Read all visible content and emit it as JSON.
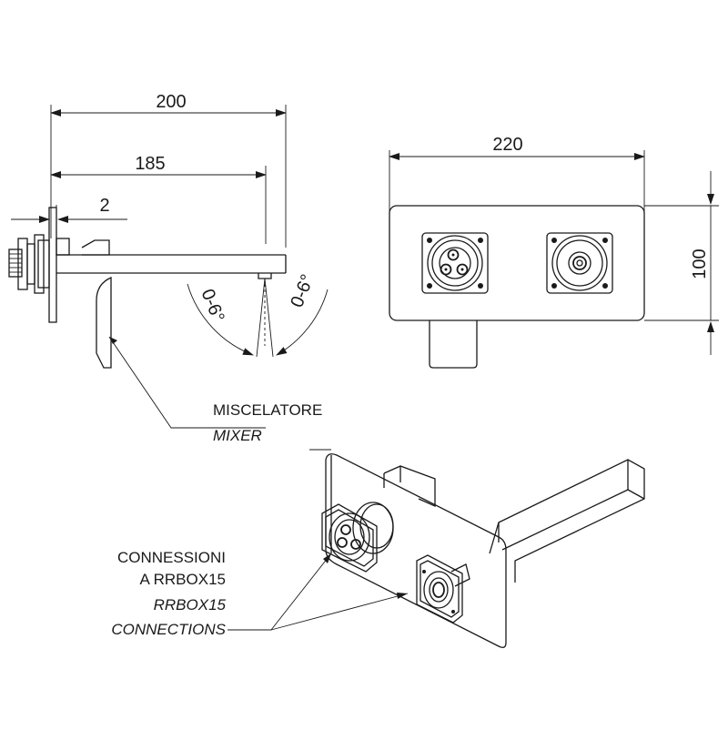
{
  "dimensions": {
    "overall_length": "200",
    "spout_reach": "185",
    "plate_thickness": "2",
    "plate_width": "220",
    "plate_height": "100",
    "angle_left": "0-6°",
    "angle_right": "0-6°"
  },
  "callouts": {
    "mixer_it": "MISCELATORE",
    "mixer_en": "MIXER",
    "connections_it_line1": "CONNESSIONI",
    "connections_it_line2": "A RRBOX15",
    "connections_en_line1": "RRBOX15",
    "connections_en_line2": "CONNECTIONS"
  }
}
